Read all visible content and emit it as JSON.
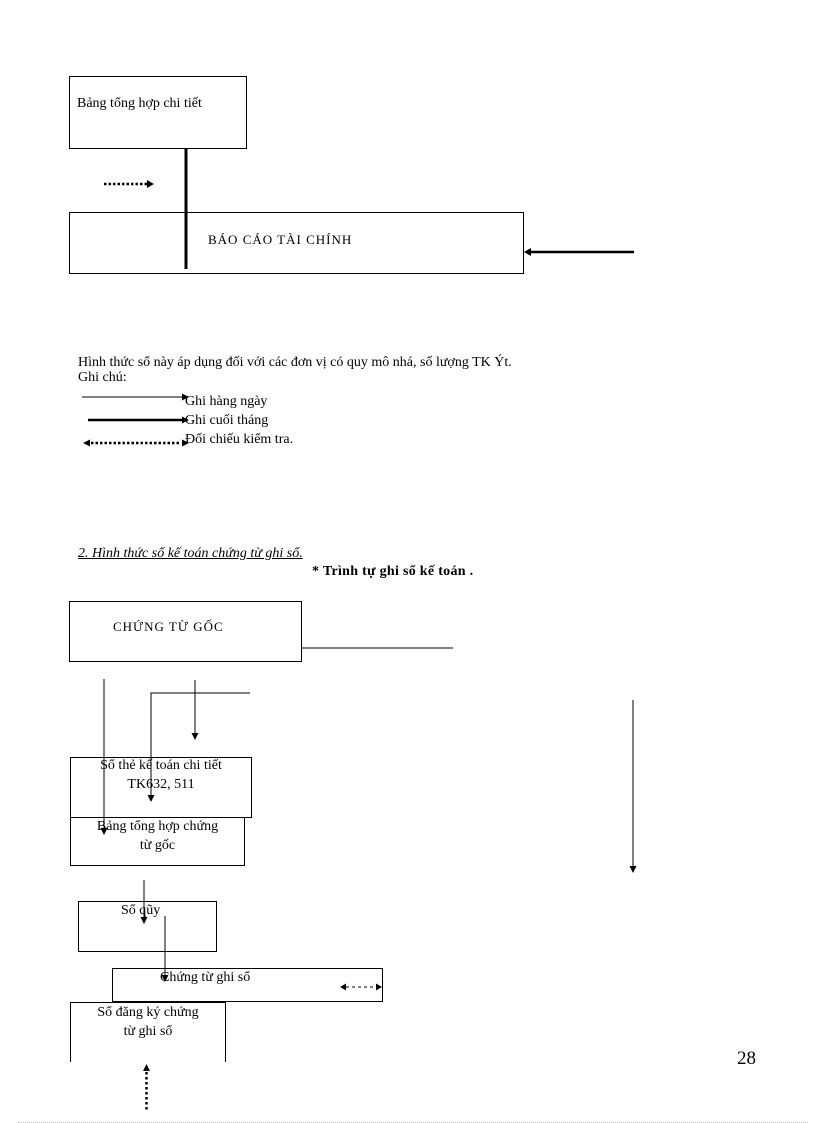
{
  "diagram1": {
    "box_detail_summary": "Bảng tổng hợp chi tiết",
    "box_financial_report": "BÁO CÁO TÀI CHÍNH"
  },
  "notes": {
    "description": "Hình thức sổ này áp dụng đối với các đơn vị có quy mô nhá, số lượng TK Ýt.",
    "legend_title": "Ghi chú:",
    "legend": [
      {
        "style": "thin-arrow",
        "label": "Ghi hàng ngày"
      },
      {
        "style": "thick-arrow",
        "label": "Ghi cuối tháng"
      },
      {
        "style": "dotted-double-arrow",
        "label": "Đối chiếu kiểm tra."
      }
    ]
  },
  "section2": {
    "heading": "2. Hình thức sổ kế toán chứng từ ghi sổ.",
    "subheading": "* Trình tự ghi sổ kế toán ."
  },
  "diagram2": {
    "box_source_docs": "CHỨNG TỪ GỐC",
    "box_detail_ledger_line1": "Sổ thẻ kế toán chi tiết",
    "box_detail_ledger_line2": "TK632, 511",
    "box_summary_line1": "Bảng tổng hợp chứng",
    "box_summary_line2": "từ gốc",
    "box_cash_book": "Sổ qũy",
    "box_voucher": "Chứng từ ghi sổ",
    "box_register_line1": "Sổ đăng ký chứng",
    "box_register_line2": "từ ghi sổ"
  },
  "page": {
    "number": "28"
  }
}
